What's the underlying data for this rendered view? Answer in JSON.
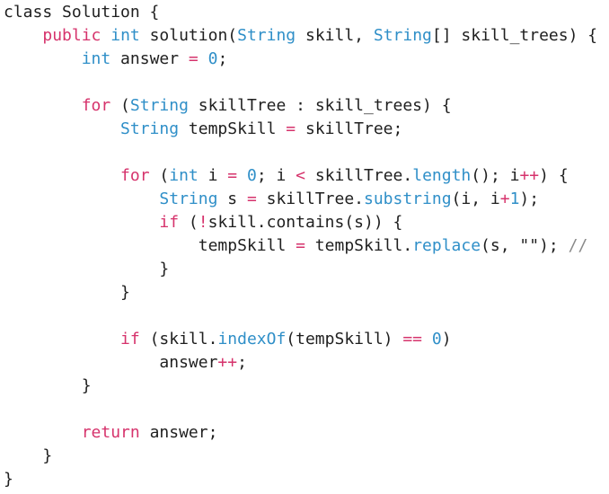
{
  "colors": {
    "keyword": "#d6336c",
    "type": "#2f8fc8",
    "number": "#2f8fc8",
    "method": "#2f8fc8",
    "text": "#1f1f1f",
    "comment": "#8a8a8a",
    "background": "#ffffff"
  },
  "code": {
    "lines": [
      [
        {
          "t": "class",
          "k": "plain"
        },
        {
          "t": " Solution {",
          "k": "plain"
        }
      ],
      [
        {
          "t": "    ",
          "k": "plain"
        },
        {
          "t": "public",
          "k": "kw"
        },
        {
          "t": " ",
          "k": "plain"
        },
        {
          "t": "int",
          "k": "type"
        },
        {
          "t": " solution(",
          "k": "plain"
        },
        {
          "t": "String",
          "k": "type"
        },
        {
          "t": " skill, ",
          "k": "plain"
        },
        {
          "t": "String",
          "k": "type"
        },
        {
          "t": "[] skill_trees) {",
          "k": "plain"
        }
      ],
      [
        {
          "t": "        ",
          "k": "plain"
        },
        {
          "t": "int",
          "k": "type"
        },
        {
          "t": " answer ",
          "k": "plain"
        },
        {
          "t": "=",
          "k": "op"
        },
        {
          "t": " ",
          "k": "plain"
        },
        {
          "t": "0",
          "k": "num"
        },
        {
          "t": ";",
          "k": "plain"
        }
      ],
      [
        {
          "t": "",
          "k": "plain"
        }
      ],
      [
        {
          "t": "        ",
          "k": "plain"
        },
        {
          "t": "for",
          "k": "kw"
        },
        {
          "t": " (",
          "k": "plain"
        },
        {
          "t": "String",
          "k": "type"
        },
        {
          "t": " skillTree : skill_trees) {",
          "k": "plain"
        }
      ],
      [
        {
          "t": "            ",
          "k": "plain"
        },
        {
          "t": "String",
          "k": "type"
        },
        {
          "t": " tempSkill ",
          "k": "plain"
        },
        {
          "t": "=",
          "k": "op"
        },
        {
          "t": " skillTree;",
          "k": "plain"
        }
      ],
      [
        {
          "t": "",
          "k": "plain"
        }
      ],
      [
        {
          "t": "            ",
          "k": "plain"
        },
        {
          "t": "for",
          "k": "kw"
        },
        {
          "t": " (",
          "k": "plain"
        },
        {
          "t": "int",
          "k": "type"
        },
        {
          "t": " i ",
          "k": "plain"
        },
        {
          "t": "=",
          "k": "op"
        },
        {
          "t": " ",
          "k": "plain"
        },
        {
          "t": "0",
          "k": "num"
        },
        {
          "t": "; i ",
          "k": "plain"
        },
        {
          "t": "<",
          "k": "op"
        },
        {
          "t": " skillTree.",
          "k": "plain"
        },
        {
          "t": "length",
          "k": "fn"
        },
        {
          "t": "(); i",
          "k": "plain"
        },
        {
          "t": "++",
          "k": "op"
        },
        {
          "t": ") {",
          "k": "plain"
        }
      ],
      [
        {
          "t": "                ",
          "k": "plain"
        },
        {
          "t": "String",
          "k": "type"
        },
        {
          "t": " s ",
          "k": "plain"
        },
        {
          "t": "=",
          "k": "op"
        },
        {
          "t": " skillTree.",
          "k": "plain"
        },
        {
          "t": "substring",
          "k": "fn"
        },
        {
          "t": "(i, i",
          "k": "plain"
        },
        {
          "t": "+",
          "k": "op"
        },
        {
          "t": "1",
          "k": "num"
        },
        {
          "t": ");",
          "k": "plain"
        }
      ],
      [
        {
          "t": "                ",
          "k": "plain"
        },
        {
          "t": "if",
          "k": "kw"
        },
        {
          "t": " (",
          "k": "plain"
        },
        {
          "t": "!",
          "k": "op"
        },
        {
          "t": "skill.contains(s)) {",
          "k": "plain"
        }
      ],
      [
        {
          "t": "                    ",
          "k": "plain"
        },
        {
          "t": "tempSkill ",
          "k": "plain"
        },
        {
          "t": "=",
          "k": "op"
        },
        {
          "t": " tempSkill.",
          "k": "plain"
        },
        {
          "t": "replace",
          "k": "fn"
        },
        {
          "t": "(s, ",
          "k": "plain"
        },
        {
          "t": "\"\"",
          "k": "str"
        },
        {
          "t": "); ",
          "k": "plain"
        },
        {
          "t": "// ",
          "k": "cmt"
        }
      ],
      [
        {
          "t": "                }",
          "k": "plain"
        }
      ],
      [
        {
          "t": "            }",
          "k": "plain"
        }
      ],
      [
        {
          "t": "",
          "k": "plain"
        }
      ],
      [
        {
          "t": "            ",
          "k": "plain"
        },
        {
          "t": "if",
          "k": "kw"
        },
        {
          "t": " (skill.",
          "k": "plain"
        },
        {
          "t": "indexOf",
          "k": "fn"
        },
        {
          "t": "(tempSkill) ",
          "k": "plain"
        },
        {
          "t": "==",
          "k": "op"
        },
        {
          "t": " ",
          "k": "plain"
        },
        {
          "t": "0",
          "k": "num"
        },
        {
          "t": ")",
          "k": "plain"
        }
      ],
      [
        {
          "t": "                answer",
          "k": "plain"
        },
        {
          "t": "++",
          "k": "op"
        },
        {
          "t": ";",
          "k": "plain"
        }
      ],
      [
        {
          "t": "        }",
          "k": "plain"
        }
      ],
      [
        {
          "t": "",
          "k": "plain"
        }
      ],
      [
        {
          "t": "        ",
          "k": "plain"
        },
        {
          "t": "return",
          "k": "kw"
        },
        {
          "t": " answer;",
          "k": "plain"
        }
      ],
      [
        {
          "t": "    }",
          "k": "plain"
        }
      ],
      [
        {
          "t": "}",
          "k": "plain"
        }
      ]
    ]
  }
}
